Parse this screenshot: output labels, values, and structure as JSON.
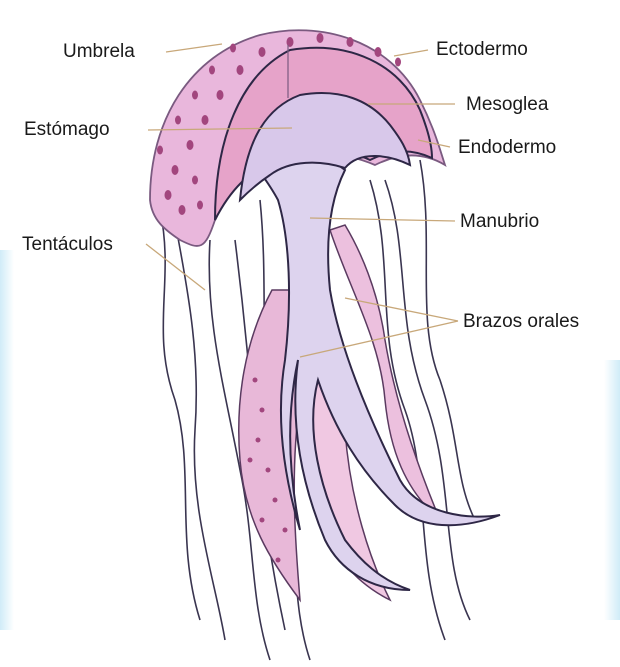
{
  "labels": {
    "umbrela": "Umbrela",
    "ectodermo": "Ectodermo",
    "mesoglea": "Mesoglea",
    "estomago": "Estómago",
    "endodermo": "Endodermo",
    "manubrio": "Manubrio",
    "tentaculos": "Tentáculos",
    "brazos_orales": "Brazos orales"
  },
  "colors": {
    "bell": "#e9b7dc",
    "bell_spots": "#a2467e",
    "mesoglea": "#e6a3c9",
    "gut": "#ddd3ee",
    "outline": "#2e2746",
    "oral_arms": "#e8b8d8",
    "leader": "#c8a87a"
  }
}
